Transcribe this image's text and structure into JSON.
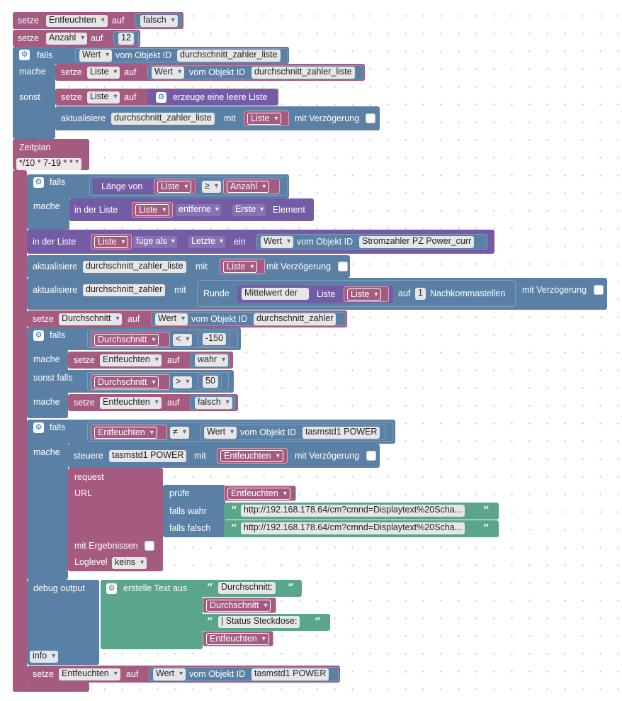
{
  "colors": {
    "variables": "#a55b80",
    "objects": "#5b80a5",
    "lists": "#745ba5",
    "text": "#5ba58c"
  },
  "kw": {
    "setze": "setze",
    "auf": "auf",
    "falls": "falls",
    "mache": "mache",
    "sonst": "sonst",
    "sonst_falls": "sonst falls",
    "vom_objekt_id": "vom Objekt ID",
    "aktualisiere": "aktualisiere",
    "mit": "mit",
    "mit_verzoegerung": "mit Verzögerung",
    "erzeuge_leere_liste": "erzeuge eine leere Liste",
    "zeitplan": "Zeitplan",
    "laenge_von": "Länge von",
    "in_der_liste": "in der Liste",
    "element": "Element",
    "fuege_als": "füge als",
    "ein": "ein",
    "runde": "Runde",
    "liste": "Liste",
    "nachkommastellen": "Nachkommastellen",
    "steuere": "steuere",
    "request": "request",
    "url": "URL",
    "pruefe": "prüfe",
    "falls_wahr": "falls wahr",
    "falls_falsch": "falls falsch",
    "mit_ergebnissen": "mit Ergebnissen",
    "loglevel": "Loglevel",
    "debug_output": "debug output",
    "erstelle_text_aus": "erstelle Text aus"
  },
  "dd": {
    "entfeuchten": "Entfeuchten",
    "anzahl": "Anzahl",
    "liste": "Liste",
    "wert": "Wert",
    "falsch": "falsch",
    "wahr": "wahr",
    "durchschnitt": "Durchschnitt",
    "gte": "≥",
    "lt": "<",
    "gt": ">",
    "neq": "≠",
    "entferne": "entferne",
    "erste": "Erste",
    "letzte": "Letzte",
    "mittelwert_der": "Mittelwert der",
    "keins": "keins",
    "info": "info"
  },
  "values": {
    "anzahl": "12",
    "durchschnitt_zahler_liste": "durchschnitt_zahler_liste",
    "durchschnitt_zahler": "durchschnitt_zahler",
    "cron": "*/10 * 7-19 * * *",
    "stromzahler": "Stromzahler PZ  Power_curr",
    "minus150": "-150",
    "fifty": "50",
    "tasmota": "tasmstd1 POWER",
    "one": "1",
    "url1": "http://192.168.178.64/cm?cmnd=Displaytext%20Scha...",
    "url2": "http://192.168.178.64/cm?cmnd=Displaytext%20Scha...",
    "txt_durchschnitt": "Durchschnitt: ",
    "txt_status": " | Status Steckdose: "
  }
}
